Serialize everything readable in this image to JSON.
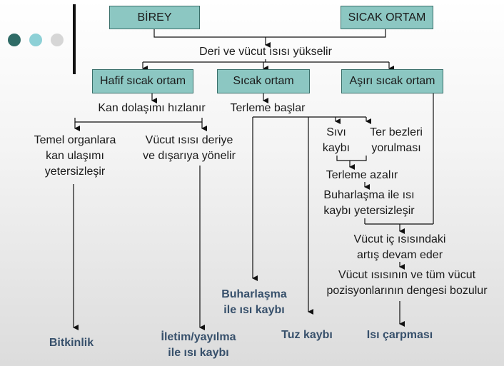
{
  "colors": {
    "box_fill": "#8cc7c2",
    "box_border": "#3a6f6a",
    "dot_1": "#2f6b66",
    "dot_2": "#8dd0d6",
    "dot_3": "#d6d6d6",
    "outcome_text": "#37506b"
  },
  "boxes": {
    "birey": "BİREY",
    "sicak_ortam_top": "SICAK ORTAM",
    "hafif": "Hafif sıcak ortam",
    "sicak": "Sıcak ortam",
    "asiri": "Aşırı sıcak ortam"
  },
  "labels": {
    "deri_vucut": "Deri ve vücut ısısı yükselir",
    "kan_dolasimi": "Kan dolaşımı hızlanır",
    "terleme_baslar": "Terleme başlar",
    "temel_organlara": [
      "Temel organlara",
      "kan ulaşımı",
      "yetersizleşir"
    ],
    "vucut_isisi_deriye": [
      "Vücut ısısı deriye",
      "ve dışarıya yönelir"
    ],
    "sivi_kaybi": [
      "Sıvı",
      "kaybı"
    ],
    "ter_bezleri": [
      "Ter bezleri",
      "yorulması"
    ],
    "terleme_azalir": "Terleme azalır",
    "buharlasma_yetersiz": [
      "Buharlaşma ile ısı",
      "kaybı yetersizleşir"
    ],
    "vucut_ic_isisi": [
      "Vücut iç ısısındaki",
      "artış devam eder"
    ],
    "vucut_isisi_denge": [
      "Vücut ısısının ve tüm vücut",
      "pozisyonlarının dengesi bozulur"
    ]
  },
  "outcomes": {
    "bitkinlik": "Bitkinlik",
    "iletim": [
      "İletim/yayılma",
      "ile ısı kaybı"
    ],
    "buharlasma": [
      "Buharlaşma",
      "ile ısı kaybı"
    ],
    "tuz_kaybi": "Tuz kaybı",
    "isi_carpmasi": "Isı çarpması"
  }
}
